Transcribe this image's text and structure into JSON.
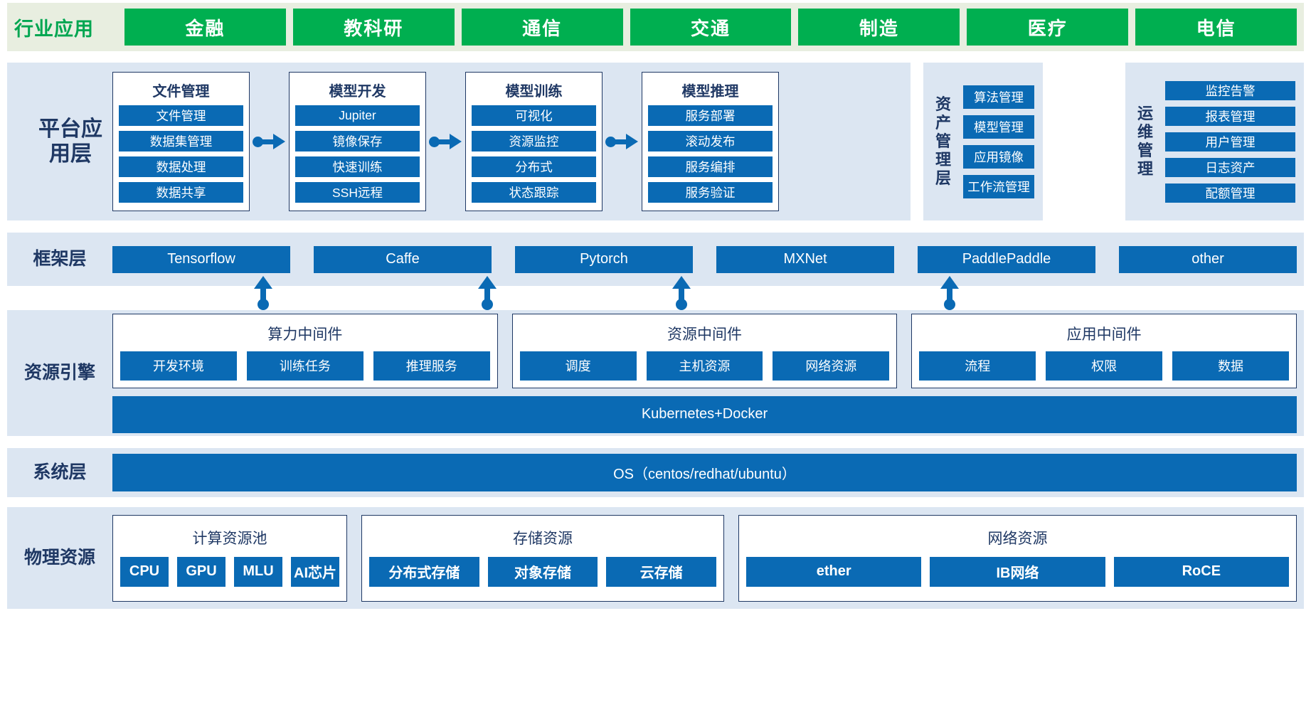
{
  "industry": {
    "label": "行业应用",
    "accent_color": "#00af50",
    "items": [
      "金融",
      "教科研",
      "通信",
      "交通",
      "制造",
      "医疗",
      "电信"
    ]
  },
  "platform": {
    "label": "平台应用层",
    "cards": [
      {
        "title": "文件管理",
        "items": [
          "文件管理",
          "数据集管理",
          "数据处理",
          "数据共享"
        ]
      },
      {
        "title": "模型开发",
        "items": [
          "Jupiter",
          "镜像保存",
          "快速训练",
          "SSH远程"
        ]
      },
      {
        "title": "模型训练",
        "items": [
          "可视化",
          "资源监控",
          "分布式",
          "状态跟踪"
        ]
      },
      {
        "title": "模型推理",
        "items": [
          "服务部署",
          "滚动发布",
          "服务编排",
          "服务验证"
        ]
      }
    ]
  },
  "asset": {
    "label": "资产管理层",
    "items": [
      "算法管理",
      "模型管理",
      "应用镜像",
      "工作流管理"
    ]
  },
  "ops": {
    "label": "运维管理",
    "items": [
      "监控告警",
      "报表管理",
      "用户管理",
      "日志资产",
      "配额管理"
    ]
  },
  "framework": {
    "label": "框架层",
    "items": [
      "Tensorflow",
      "Caffe",
      "Pytorch",
      "MXNet",
      "PaddlePaddle",
      "other"
    ]
  },
  "engine": {
    "label": "资源引擎",
    "cards": [
      {
        "title": "算力中间件",
        "items": [
          "开发环境",
          "训练任务",
          "推理服务"
        ]
      },
      {
        "title": "资源中间件",
        "items": [
          "调度",
          "主机资源",
          "网络资源"
        ]
      },
      {
        "title": "应用中间件",
        "items": [
          "流程",
          "权限",
          "数据"
        ]
      }
    ],
    "runtime": "Kubernetes+Docker"
  },
  "system": {
    "label": "系统层",
    "os": "OS（centos/redhat/ubuntu）"
  },
  "physical": {
    "label": "物理资源",
    "cards": [
      {
        "title": "计算资源池",
        "items": [
          "CPU",
          "GPU",
          "MLU",
          "AI芯片"
        ]
      },
      {
        "title": "存储资源",
        "items": [
          "分布式存储",
          "对象存储",
          "云存储"
        ]
      },
      {
        "title": "网络资源",
        "items": [
          "ether",
          "IB网络",
          "RoCE"
        ]
      }
    ]
  },
  "colors": {
    "band_bg": "#dce6f2",
    "box_blue": "#0a6ab4",
    "title_navy": "#1f3864",
    "green": "#00af50",
    "green_label": "#00a651",
    "green_band_bg": "#e8eee0"
  }
}
